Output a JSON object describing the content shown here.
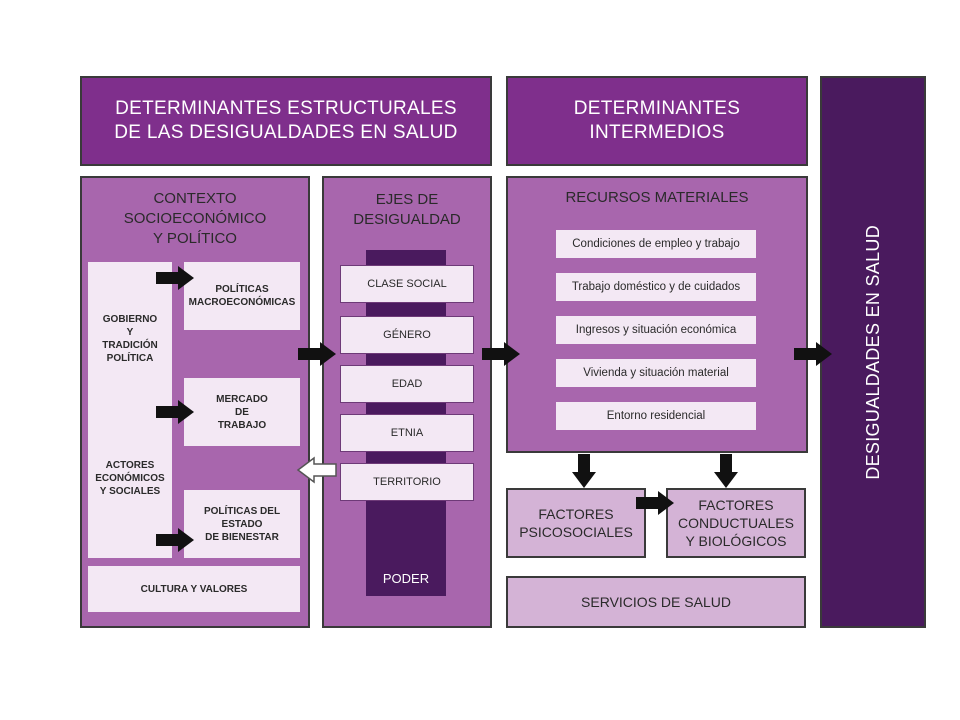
{
  "headers": {
    "structural": [
      "DETERMINANTES ESTRUCTURALES",
      "DE LAS DESIGUALDADES EN SALUD"
    ],
    "intermediate": [
      "DETERMINANTES",
      "INTERMEDIOS"
    ],
    "outcome": "DESIGUALDADES EN SALUD"
  },
  "context": {
    "title": [
      "CONTEXTO",
      "SOCIOECONÓMICO",
      "Y POLÍTICO"
    ],
    "left_items": [
      [
        "GOBIERNO",
        "Y",
        "TRADICIÓN",
        "POLÍTICA"
      ],
      [
        "ACTORES",
        "ECONÓMICOS",
        "Y SOCIALES"
      ]
    ],
    "policies": [
      [
        "POLÍTICAS",
        "MACROECONÓMICAS"
      ],
      [
        "MERCADO",
        "DE",
        "TRABAJO"
      ],
      [
        "POLÍTICAS DEL",
        "ESTADO",
        "DE BIENESTAR"
      ]
    ],
    "culture": "CULTURA Y VALORES"
  },
  "axes": {
    "title": [
      "EJES DE",
      "DESIGUALDAD"
    ],
    "items": [
      "CLASE SOCIAL",
      "GÉNERO",
      "EDAD",
      "ETNIA",
      "TERRITORIO"
    ],
    "power": "PODER"
  },
  "resources": {
    "title": "RECURSOS MATERIALES",
    "items": [
      "Condiciones de empleo y trabajo",
      "Trabajo doméstico y de cuidados",
      "Ingresos y situación económica",
      "Vivienda y situación material",
      "Entorno residencial"
    ]
  },
  "factors": {
    "psychosocial": [
      "FACTORES",
      "PSICOSOCIALES"
    ],
    "behavioral": [
      "FACTORES",
      "CONDUCTUALES",
      "Y BIOLÓGICOS"
    ]
  },
  "health_services": "SERVICIOS DE SALUD",
  "colors": {
    "header_purple": "#7f2f8c",
    "panel_purple": "#a866ad",
    "light_purple": "#d4b3d6",
    "pale_box": "#f3e8f4",
    "outcome_purple": "#4a1a5e",
    "arrow": "#111111"
  }
}
